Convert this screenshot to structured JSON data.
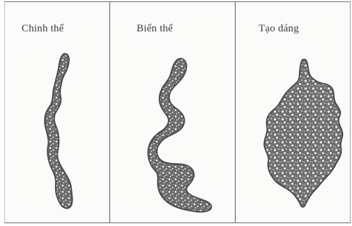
{
  "panels": [
    {
      "label": "Chinh thế"
    },
    {
      "label": "Biến thế"
    },
    {
      "label": "Tạo dáng"
    }
  ],
  "colors": {
    "ink": "#3a3a3a",
    "border": "#5a5a5a",
    "paper": "#fbfbfa"
  }
}
